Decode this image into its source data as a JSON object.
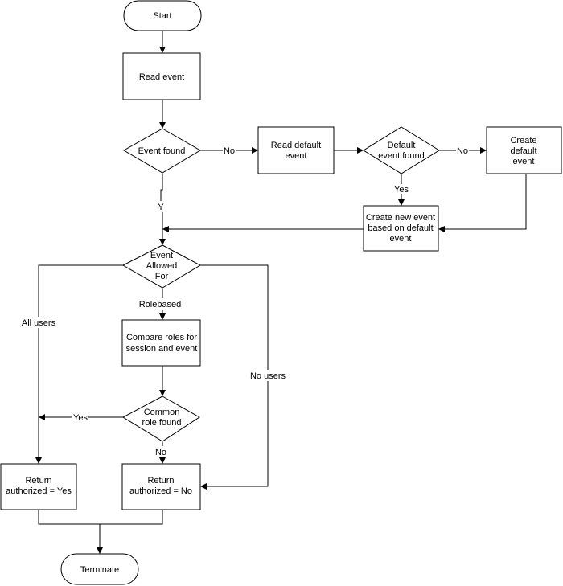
{
  "nodes": {
    "start": "Start",
    "read_event": "Read event",
    "event_found": "Event found",
    "read_default": [
      "Read default",
      "event"
    ],
    "default_found": [
      "Default",
      "event found"
    ],
    "create_default": [
      "Create",
      "default",
      "event"
    ],
    "create_new": [
      "Create new event",
      "based on default",
      "event"
    ],
    "event_allowed": [
      "Event",
      "Allowed",
      "For"
    ],
    "compare_roles": [
      "Compare roles for",
      "session and event"
    ],
    "common_role": [
      "Common",
      "role found"
    ],
    "return_yes": [
      "Return",
      "authorized = Yes"
    ],
    "return_no": [
      "Return",
      "authorized = No"
    ],
    "terminate": "Terminate"
  },
  "edges": {
    "no_1": "No",
    "no_2": "No",
    "yes_1": "Yes",
    "y": "Y",
    "rolebased": "Rolebased",
    "all_users": "All users",
    "no_users": "No users",
    "yes_2": "Yes",
    "no_3": "No"
  }
}
